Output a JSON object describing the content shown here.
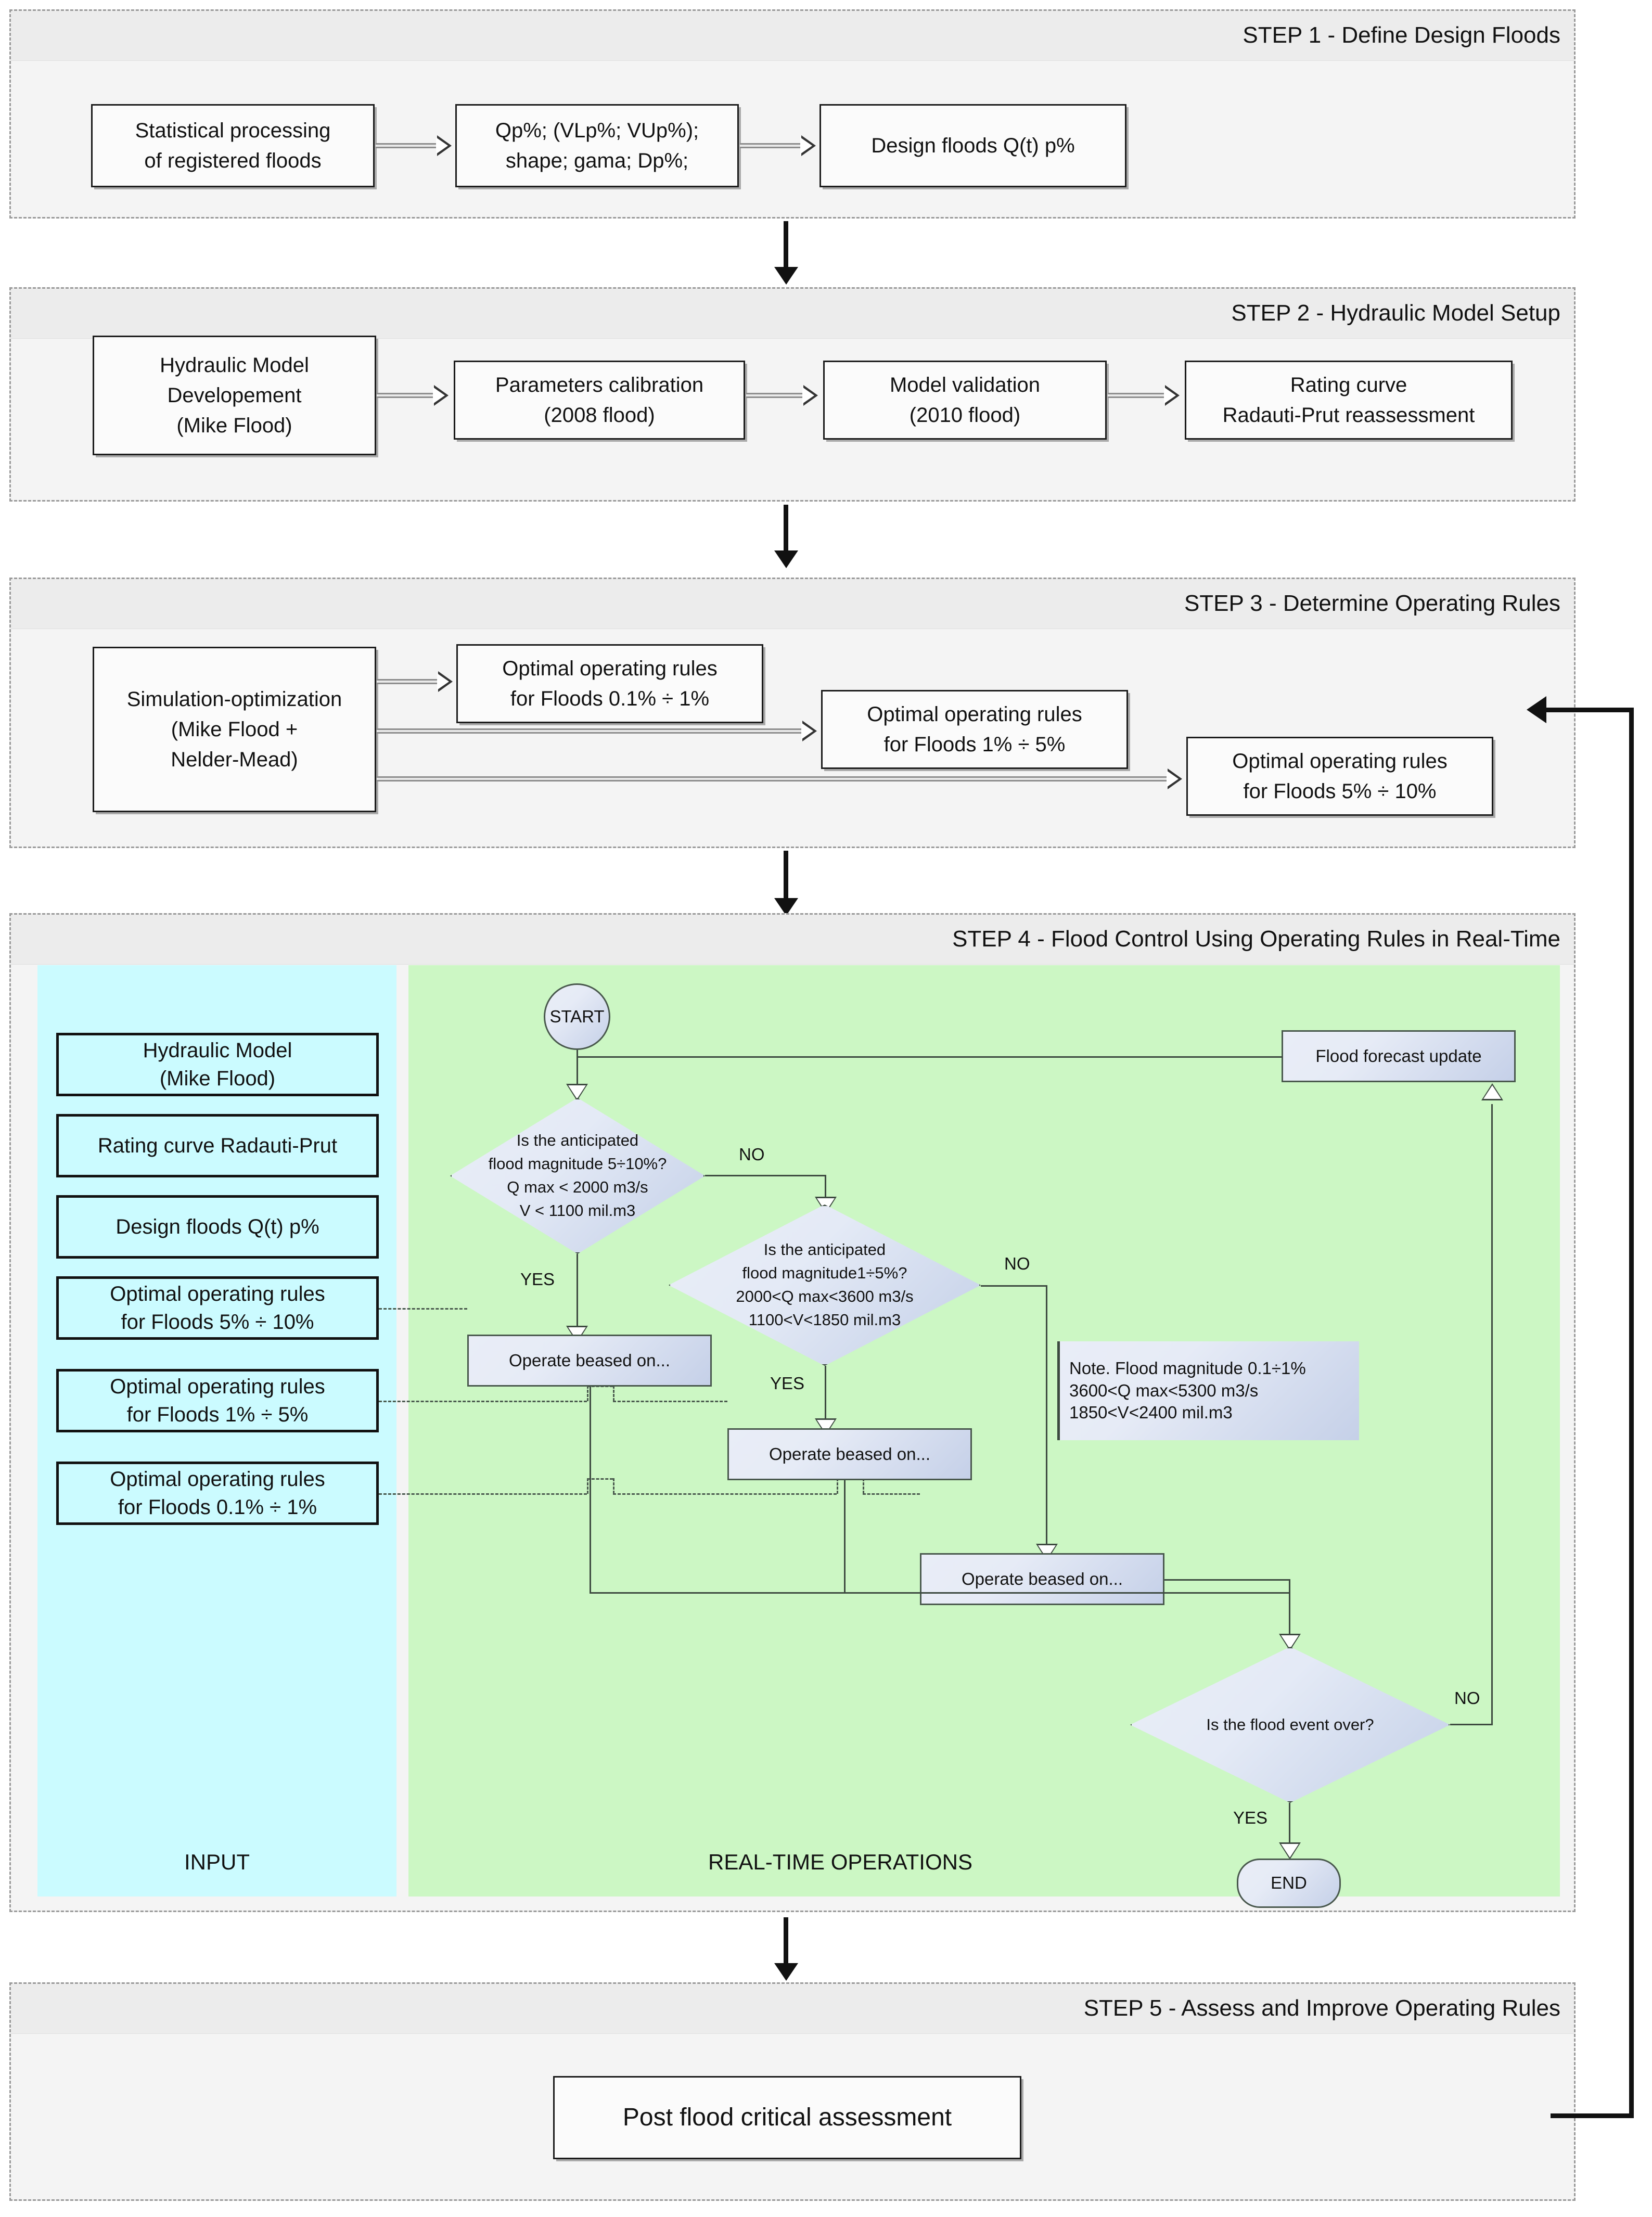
{
  "steps": {
    "step1": {
      "title": "STEP 1 - Define Design Floods",
      "boxes": [
        "Statistical processing\nof registered floods",
        "Qp%;  (VLp%; VUp%);\nshape; gama; Dp%;",
        "Design floods Q(t) p%"
      ]
    },
    "step2": {
      "title": "STEP 2 - Hydraulic Model Setup",
      "boxes": [
        "Hydraulic Model\nDevelopement\n(Mike Flood)",
        "Parameters calibration\n(2008 flood)",
        "Model validation\n(2010 flood)",
        "Rating curve\nRadauti-Prut reassessment"
      ]
    },
    "step3": {
      "title": "STEP 3 - Determine Operating Rules",
      "boxes": [
        "Simulation-optimization\n(Mike Flood +\nNelder-Mead)",
        "Optimal operating rules\nfor Floods 0.1% ÷ 1%",
        "Optimal operating rules\nfor Floods 1% ÷ 5%",
        "Optimal operating rules\nfor Floods 5% ÷ 10%"
      ]
    },
    "step4": {
      "title": "STEP 4 - Flood Control Using Operating Rules in Real-Time",
      "input_caption": "INPUT",
      "ops_caption": "REAL-TIME OPERATIONS",
      "input_boxes": [
        "Hydraulic Model\n(Mike Flood)",
        "Rating curve Radauti-Prut",
        "Design floods Q(t) p%",
        "Optimal operating rules\nfor Floods 5% ÷ 10%",
        "Optimal operating rules\nfor Floods 1% ÷ 5%",
        "Optimal operating rules\nfor Floods 0.1% ÷ 1%"
      ],
      "nodes": {
        "start": "START",
        "end": "END",
        "forecast": "Flood forecast update",
        "decision1": "Is the anticipated\nflood magnitude 5÷10%?\nQ max < 2000 m3/s\nV < 1100 mil.m3",
        "decision2": "Is the anticipated\nflood magnitude1÷5%?\n2000<Q max<3600 m3/s\n1100<V<1850 mil.m3",
        "decision3": "Is the flood event over?",
        "operate1": "Operate beased on...",
        "operate2": "Operate beased on...",
        "operate3": "Operate beased on...",
        "note": "Note. Flood magnitude 0.1÷1%\n3600<Q max<5300 m3/s\n1850<V<2400 mil.m3"
      },
      "edge_labels": {
        "d1_no": "NO",
        "d1_yes": "YES",
        "d2_no": "NO",
        "d2_yes": "YES",
        "d3_no": "NO",
        "d3_yes": "YES"
      }
    },
    "step5": {
      "title": "STEP 5 - Assess and Improve Operating Rules",
      "boxes": [
        "Post flood critical assessment"
      ]
    }
  },
  "colors": {
    "input_panel": "#cbfbff",
    "ops_panel": "#ccf7c4",
    "node_fill": "#cdd8ea",
    "panel_bg": "#f4f4f4",
    "header_bg": "#ececec"
  }
}
